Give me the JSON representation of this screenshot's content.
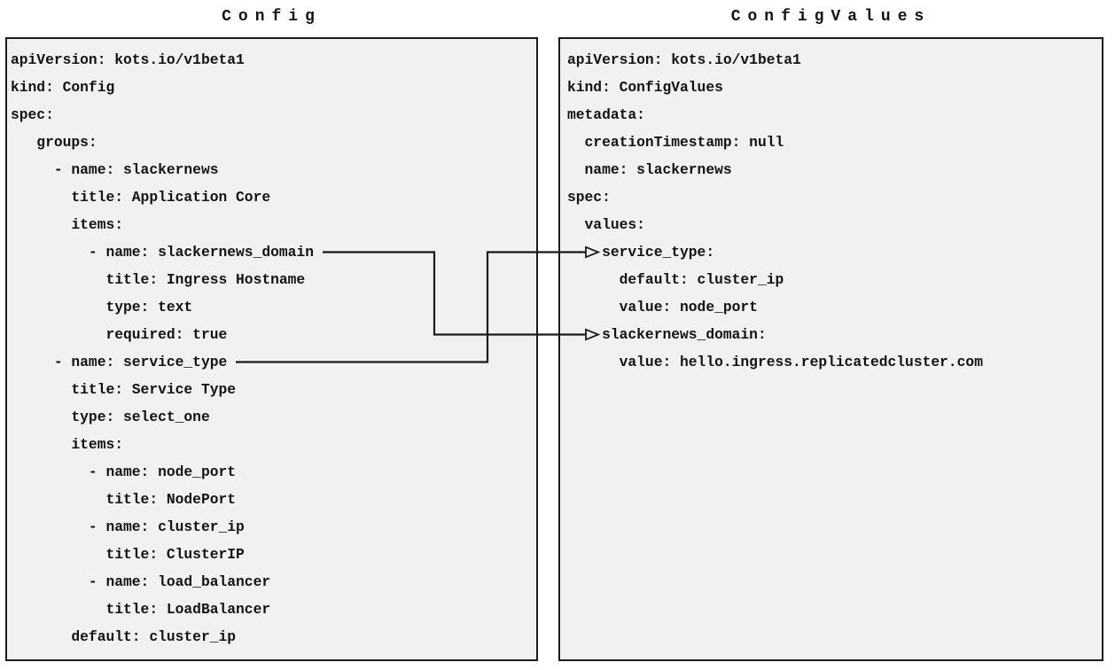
{
  "diagram": {
    "left_panel": {
      "title": "Config",
      "code_lines": [
        "apiVersion: kots.io/v1beta1",
        "kind: Config",
        "spec:",
        "   groups:",
        "     - name: slackernews",
        "       title: Application Core",
        "       items:",
        "         - name: slackernews_domain",
        "           title: Ingress Hostname",
        "           type: text",
        "           required: true",
        "     - name: service_type",
        "       title: Service Type",
        "       type: select_one",
        "       items:",
        "         - name: node_port",
        "           title: NodePort",
        "         - name: cluster_ip",
        "           title: ClusterIP",
        "         - name: load_balancer",
        "           title: LoadBalancer",
        "       default: cluster_ip"
      ]
    },
    "right_panel": {
      "title": "ConfigValues",
      "code_lines": [
        "apiVersion: kots.io/v1beta1",
        "kind: ConfigValues",
        "metadata:",
        "  creationTimestamp: null",
        "  name: slackernews",
        "spec:",
        "  values:",
        "    service_type:",
        "      default: cluster_ip",
        "      value: node_port",
        "    slackernews_domain:",
        "      value: hello.ingress.replicatedcluster.com"
      ]
    },
    "arrows": [
      {
        "id": "slackernews_domain",
        "from": "Config item 'name: slackernews_domain'",
        "to": "ConfigValues 'slackernews_domain:' value"
      },
      {
        "id": "service_type",
        "from": "Config item 'name: service_type'",
        "to": "ConfigValues 'service_type:' value"
      }
    ],
    "colors": {
      "page_bg": "#ffffff",
      "panel_bg": "#f1f1f1",
      "panel_border": "#1b1b1b",
      "text": "#131313",
      "arrow": "#1b1b1b"
    }
  }
}
